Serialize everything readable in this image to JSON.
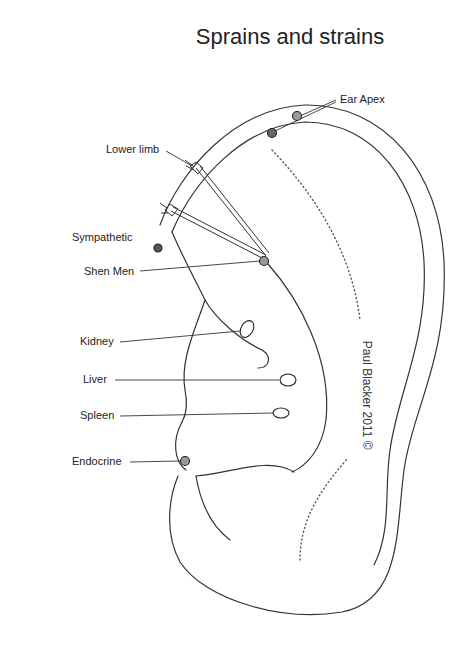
{
  "diagram": {
    "title": "Sprains and strains",
    "labels": [
      "Ear Apex",
      "Lower limb",
      "Sympathetic",
      "Shen Men",
      "Kidney",
      "Liver",
      "Spleen",
      "Endocrine",
      "Paul Blacker 2011 ©"
    ]
  }
}
